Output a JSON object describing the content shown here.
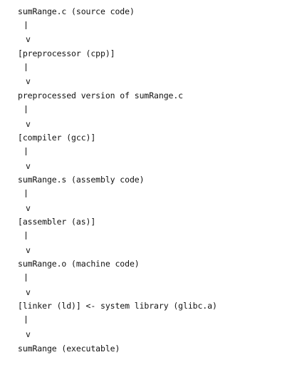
{
  "steps": [
    "sumRange.c (source code)",
    "[preprocessor (cpp)]",
    "preprocessed version of sumRange.c",
    "[compiler (gcc)]",
    "sumRange.s (assembly code)",
    "[assembler (as)]",
    "sumRange.o (machine code)",
    "[linker (ld)] <- system library (glibc.a)",
    "sumRange (executable)"
  ],
  "arrow_head": "v"
}
